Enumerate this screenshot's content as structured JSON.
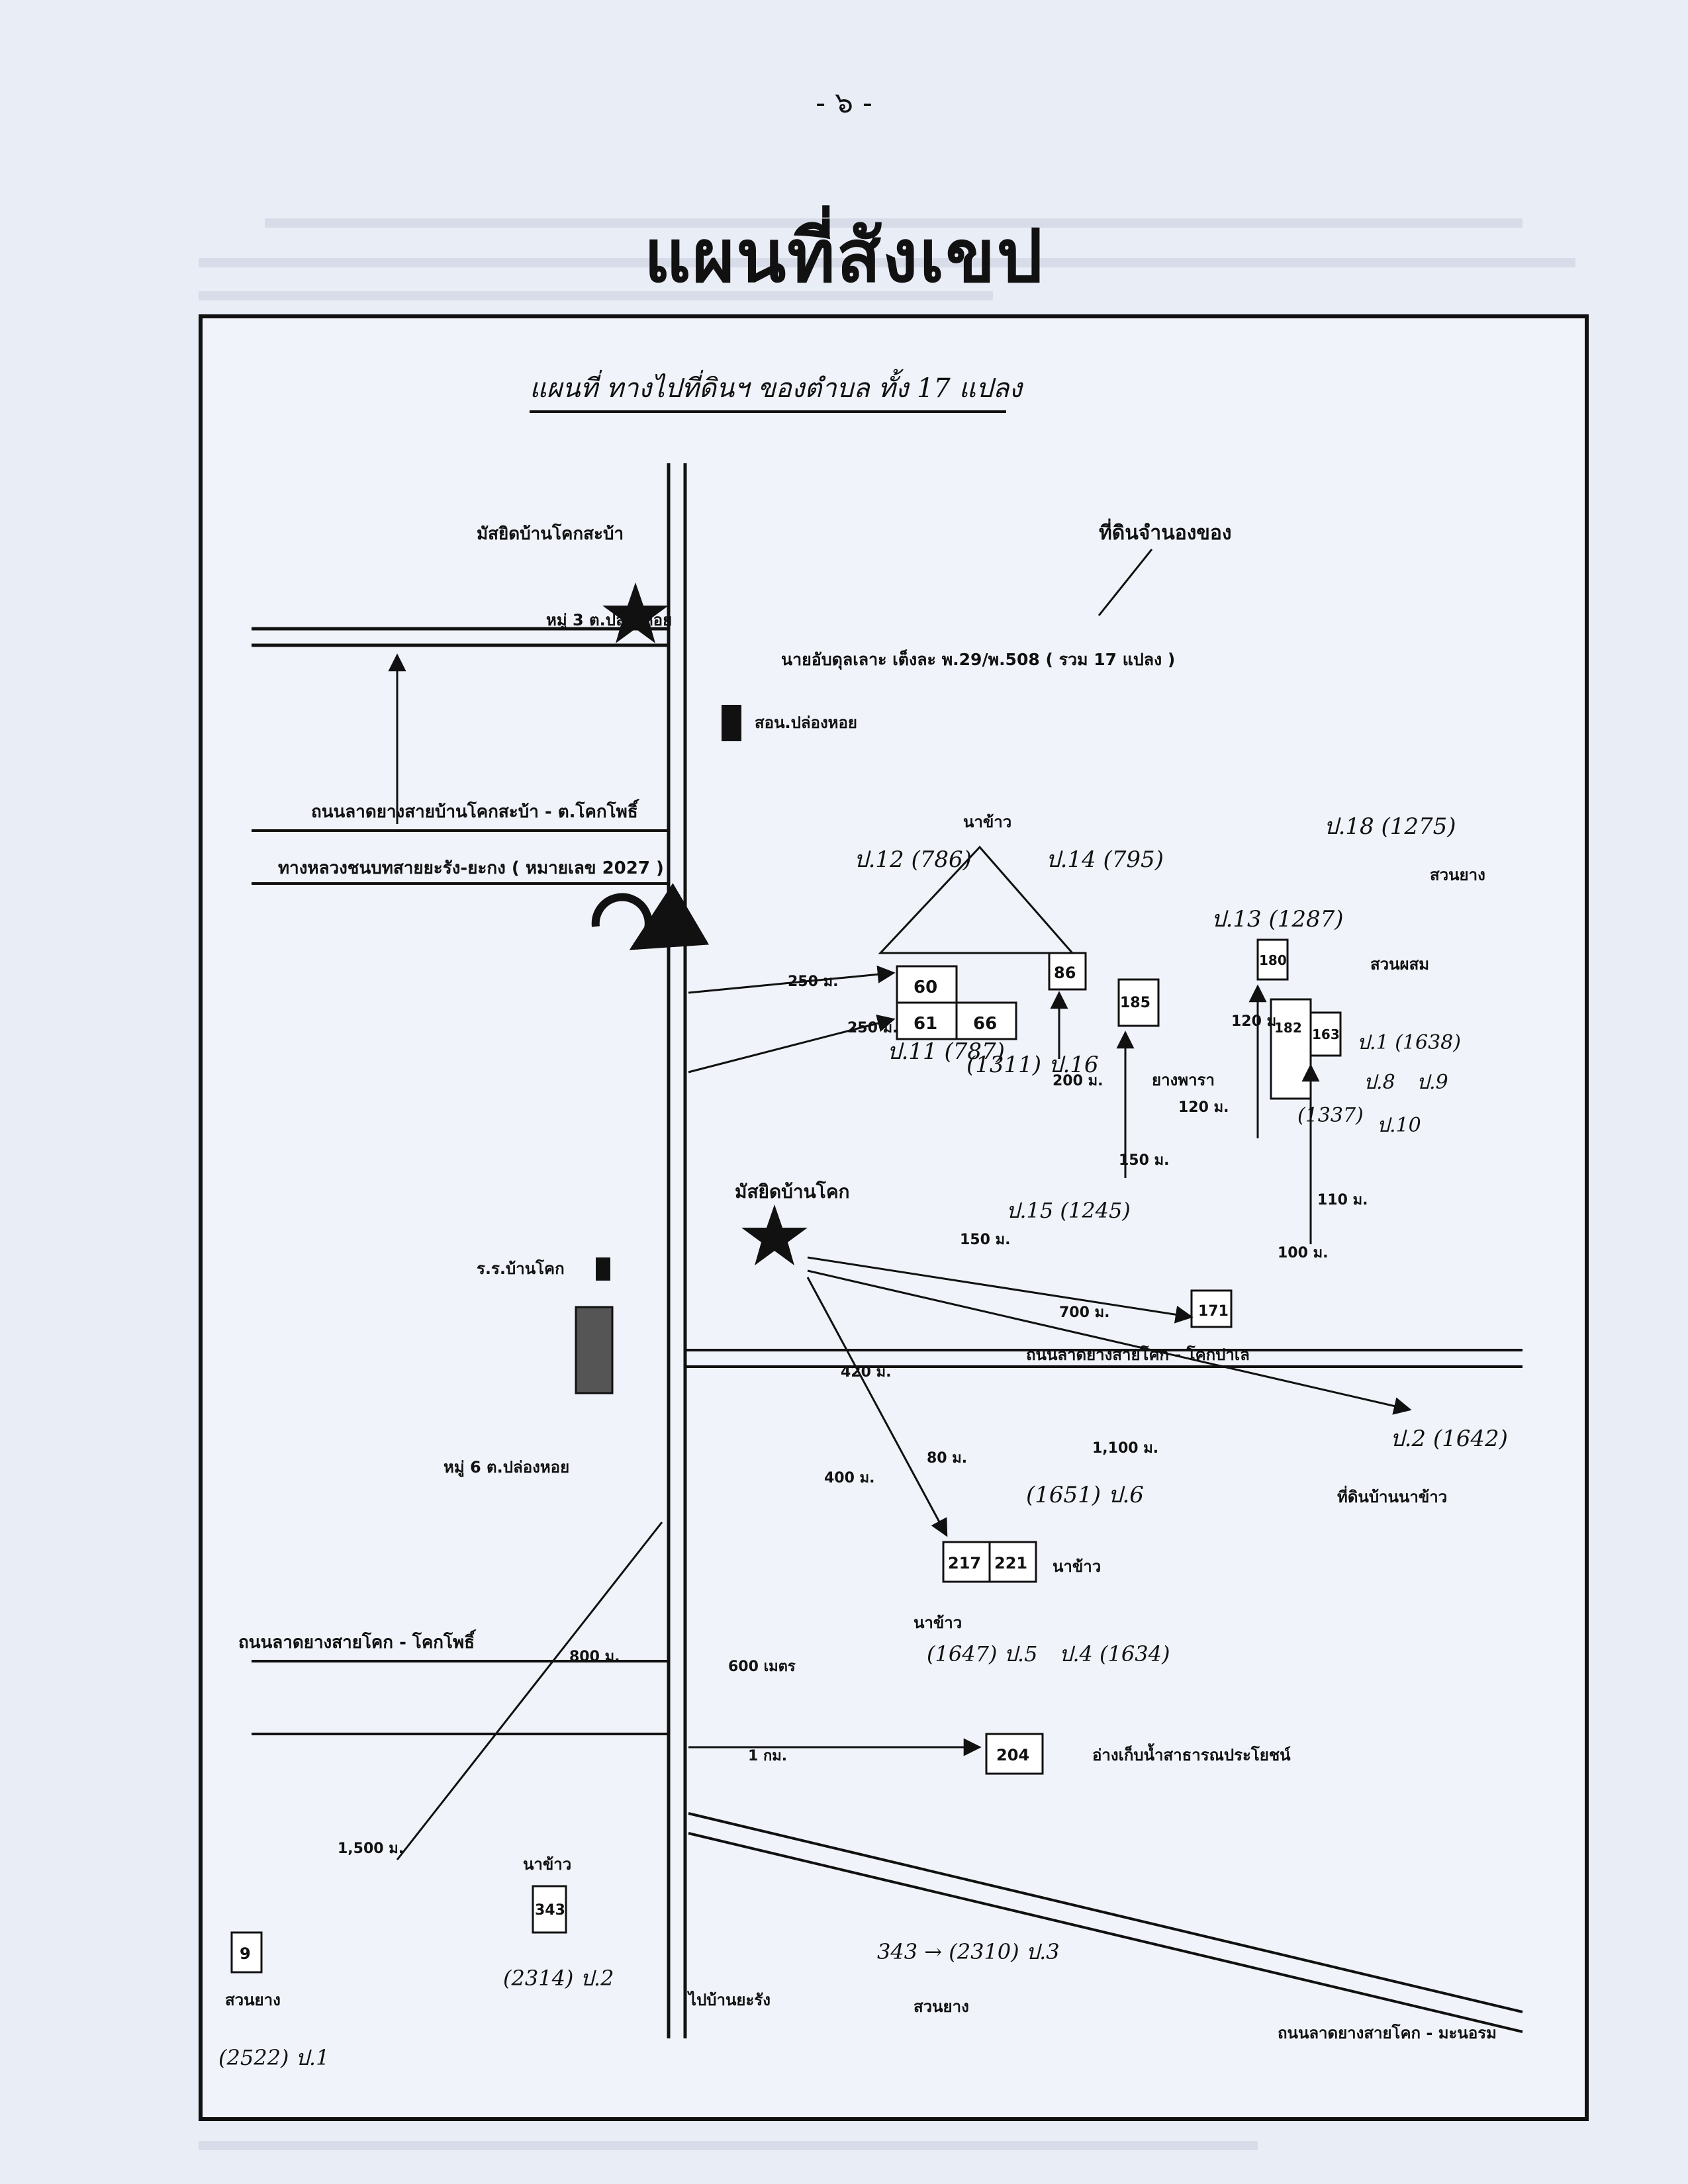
{
  "page_number": "- ๖ -",
  "title": "แผนที่สังเขป",
  "map": {
    "subtitle": "แผนที่ ทางไปที่ดินฯ ของตำบล ทั้ง 17 แปลง",
    "landmarks": {
      "mosque_north": "มัสยิดบ้านโคกสะบ้า",
      "village_3": "หมู่ 3 ต.ปล่องหอย",
      "land_location": "ที่ดินจำนองของ",
      "owner": "นายอับดุลเลาะ เต็งละ พ.29/พ.508 ( รวม 17 แปลง )",
      "health_station": "สอน.ปล่องหอย",
      "road_kokkaban": "ถนนลาดยางสายบ้านโคกสะบ้า - ต.โคกโพธิ์",
      "highway": "ทางหลวงชนบทสายยะรัง-ยะกง ( หมายเลข 2027 )",
      "mosque_mid": "มัสยิดบ้านโคก",
      "school": "ร.ร.บ้านโคก",
      "village_6": "หมู่ 6 ต.ปล่องหอย",
      "road_koktu_jakae": "ถนนลาดยางสายโคก - โคกปาเล",
      "road_koktu_kopo": "ถนนลาดยางสายโคก - โคกโพธิ์",
      "to_village": "ไปบ้านยะรัง",
      "road_koktu_manorom": "ถนนลาดยางสายโคก - มะนอรม",
      "reservoir": "อ่างเก็บน้ำสาธารณประโยชน์",
      "land_north": "ที่ดินบ้านนาข้าว"
    },
    "crops": {
      "rice": "นาข้าว",
      "rubber": "สวนยาง",
      "mixed": "สวนผสม",
      "rubber_crop": "ยางพารา"
    },
    "distances": {
      "d250a": "250 ม.",
      "d250b": "250 ม.",
      "d200": "200 ม.",
      "d150a": "150 ม.",
      "d150b": "150 ม.",
      "d120a": "120 ม.",
      "d120b": "120 ม.",
      "d110": "110 ม.",
      "d100": "100 ม.",
      "d700": "700 ม.",
      "d420": "420 ม.",
      "d400": "400 ม.",
      "d80": "80 ม.",
      "d1100": "1,100 ม.",
      "d800": "800 ม.",
      "d600": "600 เมตร",
      "d1km": "1 กม.",
      "d1500": "1,500 ม."
    },
    "parcels": [
      "60",
      "61",
      "66",
      "86",
      "185",
      "180",
      "182",
      "163",
      "171",
      "217",
      "221",
      "204",
      "343",
      "9"
    ],
    "annotations": [
      "ป.12 (786)",
      "ป.14 (795)",
      "ป.13 (1287)",
      "ป.18 (1275)",
      "ป.11 (787)",
      "(1311) ป.16",
      "ป.15 (1245)",
      "(1651) ป.6",
      "(1647) ป.5",
      "ป.4 (1634)",
      "ป.2 (1642)",
      "343 → (2310) ป.3",
      "(2314) ป.2",
      "(2522) ป.1",
      "ป.1 (1638)",
      "ป.10",
      "ป.9",
      "ป.8",
      "(1337)"
    ]
  }
}
